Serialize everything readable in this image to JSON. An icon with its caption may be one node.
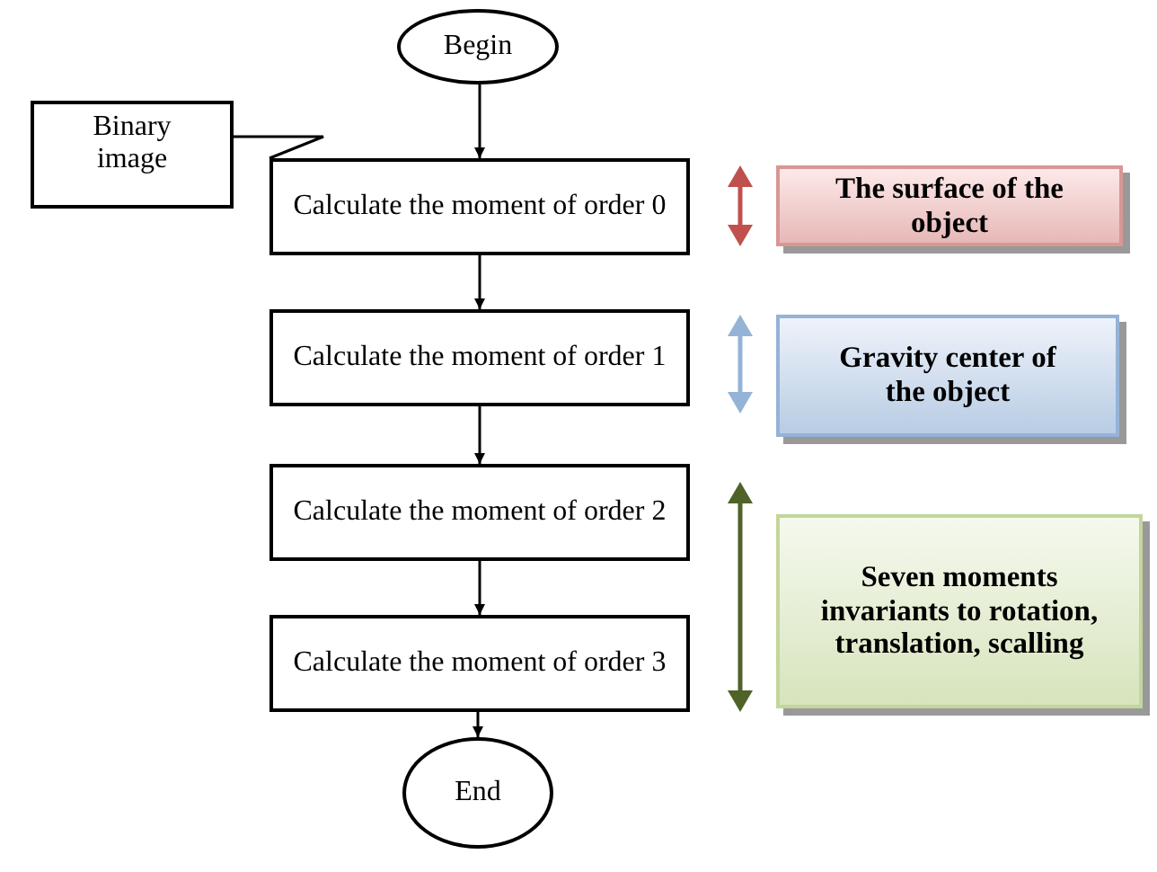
{
  "diagram": {
    "nodes": [
      {
        "text": [
          "Begin"
        ]
      },
      {
        "text": [
          "Binary image"
        ]
      },
      {
        "text": [
          "Calculate the moment of order 0"
        ]
      },
      {
        "text": [
          "Calculate the moment of order 1"
        ]
      },
      {
        "text": [
          "Calculate the moment of order 2"
        ]
      },
      {
        "text": [
          "Calculate the moment of order 3"
        ]
      },
      {
        "text": [
          "End"
        ]
      },
      {
        "text": [
          "The surface of the object"
        ]
      },
      {
        "text": [
          "Gravity center of the object"
        ]
      },
      {
        "text": [
          "Seven moments invariants to rotation, translation, scalling"
        ]
      }
    ],
    "edges": [
      {
        "from": 0,
        "to": 2,
        "arrow": "to"
      },
      {
        "from": 1,
        "to": 2,
        "arrow": "none"
      },
      {
        "from": 2,
        "to": 3,
        "arrow": "to"
      },
      {
        "from": 3,
        "to": 4,
        "arrow": "to"
      },
      {
        "from": 4,
        "to": 5,
        "arrow": "to"
      },
      {
        "from": 5,
        "to": 6,
        "arrow": "to"
      }
    ]
  }
}
